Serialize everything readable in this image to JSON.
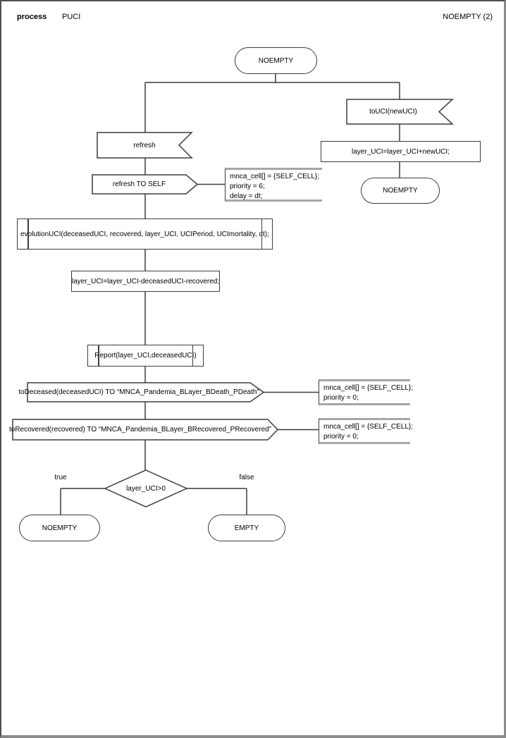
{
  "header": {
    "kind": "process",
    "process_name": "PUCI",
    "page": "NOEMPTY (2)"
  },
  "nodes": {
    "state_top": "NOEMPTY",
    "input_touci": "toUCI(newUCI)",
    "task_add": "layer_UCI=layer_UCI+newUCI;",
    "state_right": "NOEMPTY",
    "input_refresh": "refresh",
    "output_refresh_self": "refresh TO SELF",
    "proc_evolution": "evolutionUCI(deceasedUCI, recovered, layer_UCI, UCIPeriod, UCImortality, dt);",
    "task_update": "layer_UCI=layer_UCI-deceasedUCI-recovered;",
    "proc_report": "Report(layer_UCI,deceasedUCI)",
    "output_todeceased": "toDeceased(deceasedUCI) TO “MNCA_Pandemia_BLayer_BDeath_PDeath”",
    "output_torecovered": "toRecovered(recovered) TO “MNCA_Pandemia_BLayer_BRecovered_PRecovered”",
    "decision": "layer_UCI>0",
    "branch_true": "true",
    "branch_false": "false",
    "state_bottom_left": "NOEMPTY",
    "state_bottom_right": "EMPTY"
  },
  "comments": {
    "refresh_self": {
      "lines": [
        "mnca_cell[] = {SELF_CELL};",
        "priority = 6;",
        "delay = dt;"
      ]
    },
    "todeceased": {
      "lines": [
        "mnca_cell[] = {SELF_CELL};",
        "priority = 0;"
      ]
    },
    "torecovered": {
      "lines": [
        "mnca_cell[] = {SELF_CELL};",
        "priority = 0;"
      ]
    }
  },
  "colors": {
    "line": "#3c3c3c",
    "comment_border": "#a6a6a6",
    "background": "#ffffff"
  }
}
